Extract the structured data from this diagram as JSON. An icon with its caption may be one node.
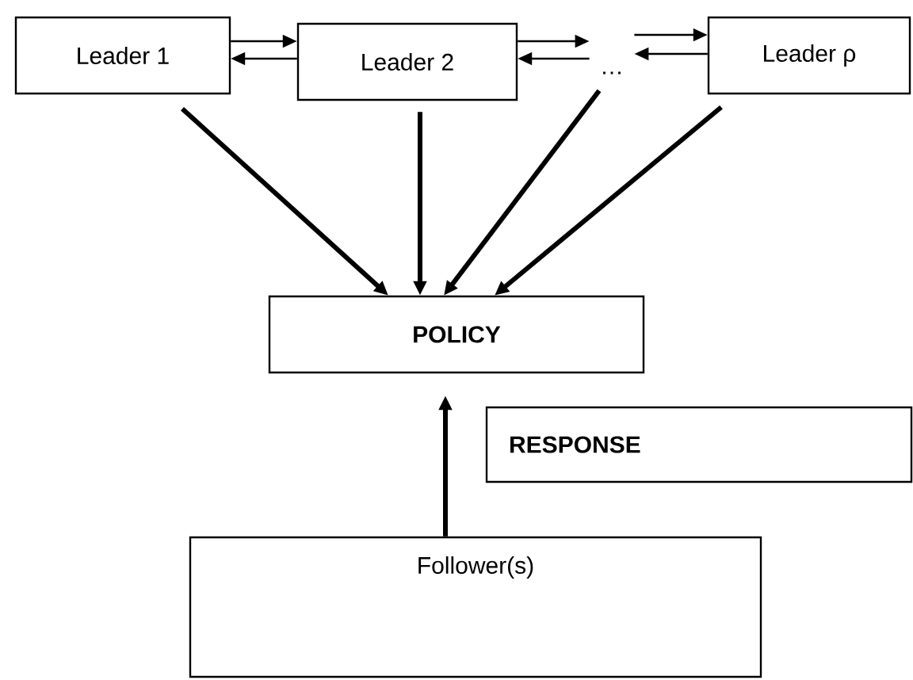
{
  "diagram": {
    "nodes": [
      {
        "text": [
          "Leader 1"
        ]
      },
      {
        "text": [
          "Leader 2"
        ]
      },
      {
        "text": [
          "…"
        ]
      },
      {
        "text": [
          "Leader ρ"
        ]
      },
      {
        "text": [
          "POLICY"
        ]
      },
      {
        "text": [
          "RESPONSE"
        ]
      },
      {
        "text": [
          "Follower(s)"
        ]
      }
    ],
    "edges": [
      {
        "from": 0,
        "to": 1,
        "arrow": "to"
      },
      {
        "from": 1,
        "to": 0,
        "arrow": "to"
      },
      {
        "from": 1,
        "to": 2,
        "arrow": "to"
      },
      {
        "from": 2,
        "to": 1,
        "arrow": "to"
      },
      {
        "from": 2,
        "to": 3,
        "arrow": "to"
      },
      {
        "from": 3,
        "to": 2,
        "arrow": "to"
      },
      {
        "from": 0,
        "to": 4,
        "arrow": "to",
        "style": "thick"
      },
      {
        "from": 1,
        "to": 4,
        "arrow": "to",
        "style": "thick"
      },
      {
        "from": 2,
        "to": 4,
        "arrow": "to",
        "style": "thick"
      },
      {
        "from": 3,
        "to": 4,
        "arrow": "to",
        "style": "thick"
      },
      {
        "from": 6,
        "to": 4,
        "arrow": "to",
        "style": "thick"
      }
    ]
  }
}
